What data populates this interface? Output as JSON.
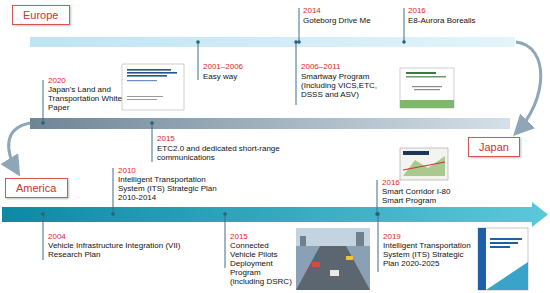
{
  "diagram": {
    "nodes": [
      {
        "text": [
          "Europe"
        ]
      },
      {
        "text": [
          "Japan"
        ]
      },
      {
        "text": [
          "America"
        ]
      }
    ],
    "labels": [
      "2014",
      "Goteborg Drive Me",
      "2016",
      "E8-Aurora Borealis",
      "2001–2006",
      "Easy way",
      "2006–2011",
      "Smartway Program (Including VICS,ETC, DSSS and ASV)",
      "2020",
      "Japan's Land and Transportation White Paper",
      "2015",
      "ETC2.0 and dedicated short-range communications",
      "2010",
      "Intelligent Transportation System (ITS) Strategic Plan 2010-2014",
      "2016",
      "Smart Corridor I-80 Smart Program",
      "2004",
      "Vehicle Infrastructure Integration (VII) Research Plan",
      "2015",
      "Connected Vehicle Pilots Deployment Program (including DSRC)",
      "2019",
      "Intelligent Transportation System (ITS) Strategic Plan 2020-2025"
    ]
  }
}
